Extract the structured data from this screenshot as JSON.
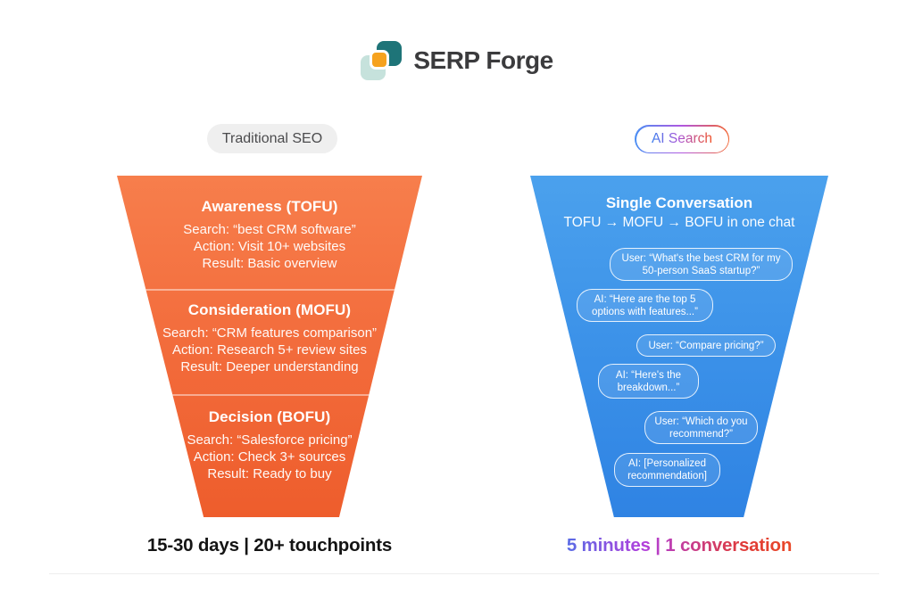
{
  "brand": {
    "name": "SERP Forge"
  },
  "colors": {
    "funnel_orange_top": "#f77e4c",
    "funnel_orange_bottom": "#ee5d2c",
    "funnel_blue_top": "#4ba1ed",
    "funnel_blue_bottom": "#2f83e3",
    "logo_teal": "#1e7478",
    "logo_mint": "#c6e2dc",
    "logo_orange": "#f6a21e",
    "gradient_text": [
      "#2f81ea",
      "#b13fdc",
      "#f0551f"
    ]
  },
  "left": {
    "label": "Traditional SEO",
    "sections": [
      {
        "title": "Awareness (TOFU)",
        "lines": [
          "Search: “best CRM software”",
          "Action: Visit 10+ websites",
          "Result: Basic overview"
        ]
      },
      {
        "title": "Consideration (MOFU)",
        "lines": [
          "Search: “CRM features comparison”",
          "Action: Research 5+ review sites",
          "Result: Deeper understanding"
        ]
      },
      {
        "title": "Decision (BOFU)",
        "lines": [
          "Search: “Salesforce pricing”",
          "Action: Check 3+ sources",
          "Result: Ready to buy"
        ]
      }
    ],
    "stat": "15-30 days | 20+ touchpoints"
  },
  "right": {
    "label": "AI Search",
    "header_title": "Single Conversation",
    "header_subtitle": "TOFU → MOFU → BOFU in one chat",
    "bubbles": [
      {
        "speaker": "user",
        "text": "User: “What's the best CRM for my 50-person SaaS startup?”"
      },
      {
        "speaker": "ai",
        "text": "AI: “Here are the top 5 options with features...”"
      },
      {
        "speaker": "user",
        "text": "User: “Compare pricing?”"
      },
      {
        "speaker": "ai",
        "text": "AI: “Here's the breakdown...”"
      },
      {
        "speaker": "user",
        "text": "User: “Which do you recommend?”"
      },
      {
        "speaker": "ai",
        "text": "AI: [Personalized recommendation]"
      }
    ],
    "stat": "5 minutes | 1 conversation"
  }
}
